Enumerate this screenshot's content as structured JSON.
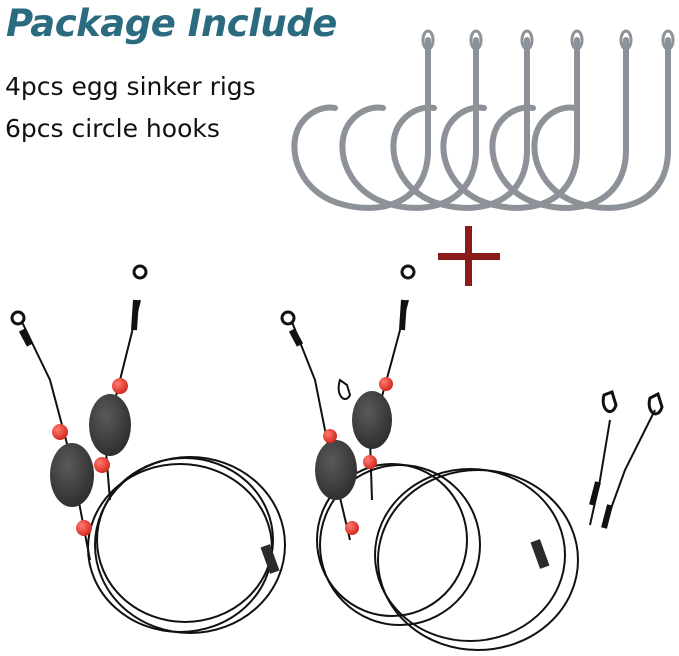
{
  "heading": "Package Include",
  "items": [
    "4pcs egg sinker rigs",
    "6pcs circle hooks"
  ],
  "colors": {
    "heading": "#2a6b80",
    "plus": "#8b1a1a",
    "bead": "#e8332a",
    "sinker": "#3a3a3a",
    "hook": "#9aa0a6"
  },
  "icons": {
    "plus": "plus-icon"
  }
}
